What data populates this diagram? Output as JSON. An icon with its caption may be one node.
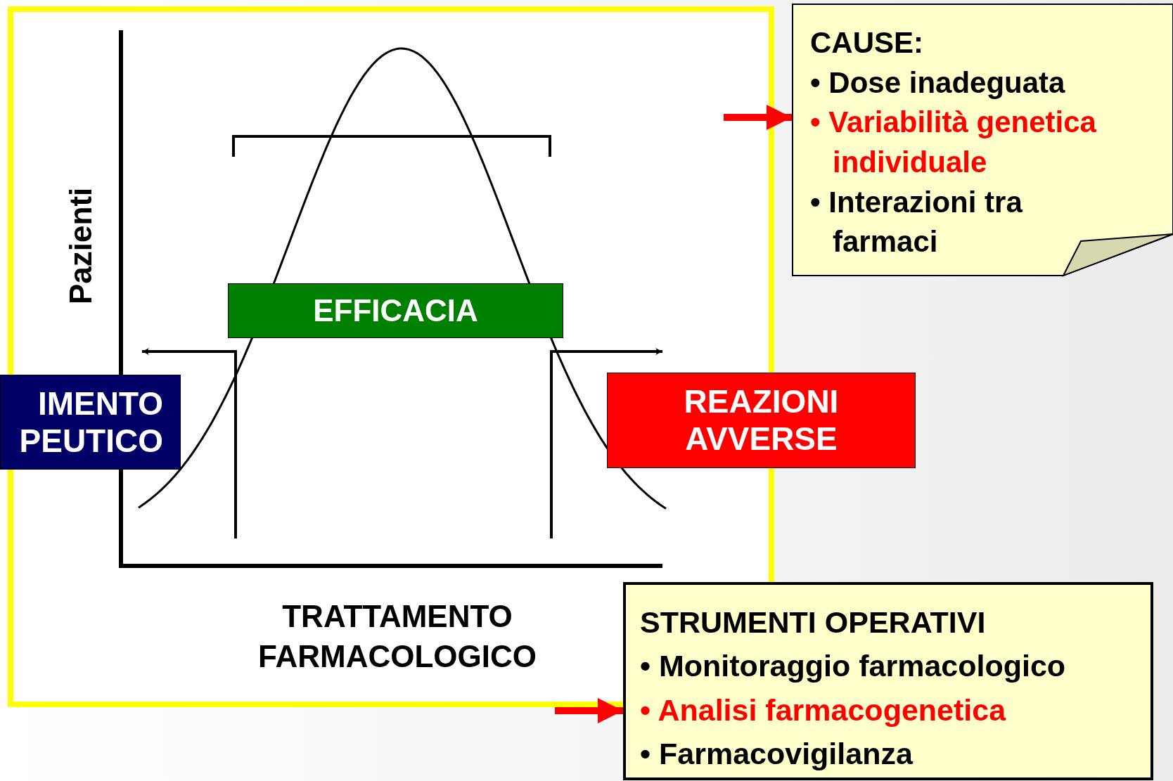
{
  "diagram": {
    "nodes": [
      {
        "text": [
          "EFFICACIA"
        ]
      },
      {
        "text": [
          "IMENTO PEUTICO"
        ]
      },
      {
        "text": [
          "REAZIONI AVVERSE"
        ]
      },
      {
        "text": [
          "CAUSE:",
          "• Dose inadeguata",
          "• Variabilità genetica individuale",
          "• Interazioni tra farmaci"
        ]
      },
      {
        "text": [
          "STRUMENTI OPERATIVI",
          "• Monitoraggio farmacologico",
          "• Analisi farmacogenetica",
          "• Farmacovigilanza"
        ]
      }
    ],
    "edges": [
      {
        "from": null,
        "to": 3,
        "arrow": "to"
      },
      {
        "from": null,
        "to": 4,
        "arrow": "to"
      }
    ],
    "labels": [
      "Pazienti",
      "TRATTAMENTO FARMACOLOGICO"
    ]
  }
}
